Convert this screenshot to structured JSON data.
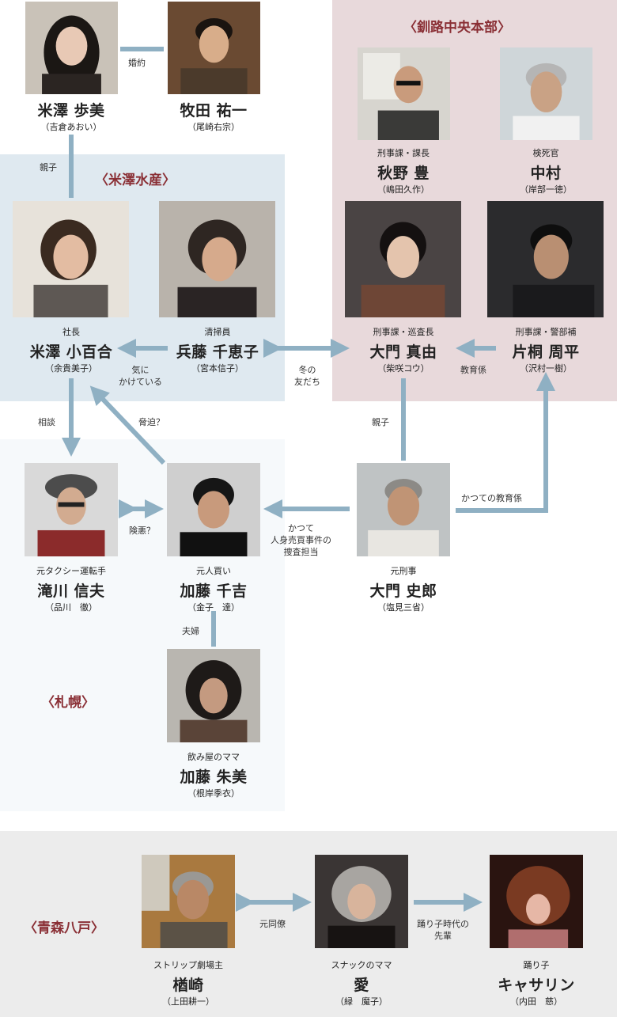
{
  "colors": {
    "arrow": "#8fb0c3",
    "region_kushiro": "#e8d9db",
    "region_yonezawa": "#dfe9f0",
    "region_sapporo": "#f6f9fb",
    "region_aomori": "#ececec",
    "region_title": "#8a2f35"
  },
  "regions": {
    "kushiro": "〈釧路中央本部〉",
    "yonezawa": "〈米澤水産〉",
    "sapporo": "〈札幌〉",
    "aomori": "〈青森八戸〉"
  },
  "people": {
    "ayumi": {
      "role": "",
      "name": "米澤 歩美",
      "actor": "（吉倉あおい）"
    },
    "yuichi": {
      "role": "",
      "name": "牧田 祐一",
      "actor": "（尾崎右宗）"
    },
    "akino": {
      "role": "刑事課・課長",
      "name": "秋野 豊",
      "actor": "（嶋田久作）"
    },
    "nakamura": {
      "role": "検死官",
      "name": "中村",
      "actor": "（岸部一徳）"
    },
    "sayuri": {
      "role": "社長",
      "name": "米澤 小百合",
      "actor": "（余貴美子）"
    },
    "chieko": {
      "role": "清掃員",
      "name": "兵藤 千恵子",
      "actor": "（宮本信子）"
    },
    "mayu": {
      "role": "刑事課・巡査長",
      "name": "大門 真由",
      "actor": "（柴咲コウ）"
    },
    "katagiri": {
      "role": "刑事課・警部補",
      "name": "片桐 周平",
      "actor": "（沢村一樹）"
    },
    "takigawa": {
      "role": "元タクシー運転手",
      "name": "滝川 信夫",
      "actor": "（品川　徹）"
    },
    "chikichi": {
      "role": "元人買い",
      "name": "加藤 千吉",
      "actor": "（金子　達）"
    },
    "shiro": {
      "role": "元刑事",
      "name": "大門 史郎",
      "actor": "（塩見三省）"
    },
    "akemi": {
      "role": "飲み屋のママ",
      "name": "加藤 朱美",
      "actor": "（根岸季衣）"
    },
    "narasaki": {
      "role": "ストリップ劇場主",
      "name": "楢崎",
      "actor": "（上田耕一）"
    },
    "ai": {
      "role": "スナックのママ",
      "name": "愛",
      "actor": "（緑　魔子）"
    },
    "catherine": {
      "role": "踊り子",
      "name": "キャサリン",
      "actor": "（内田　慈）"
    }
  },
  "relations": {
    "engaged": "婚約",
    "parent_child_1": "親子",
    "worried_1": "気に",
    "worried_2": "かけている",
    "winter_1": "冬の",
    "winter_2": "友だち",
    "trainer": "教育係",
    "parent_child_2": "親子",
    "consult": "相談",
    "threat": "脅迫？",
    "bad_terms": "険悪？",
    "former_1": "かつて",
    "former_2": "人身売買事件の",
    "former_3": "捜査担当",
    "former_trainer": "かつての教育係",
    "married": "夫婦",
    "colleague": "元同僚",
    "senior_1": "踊り子時代の",
    "senior_2": "先輩"
  }
}
